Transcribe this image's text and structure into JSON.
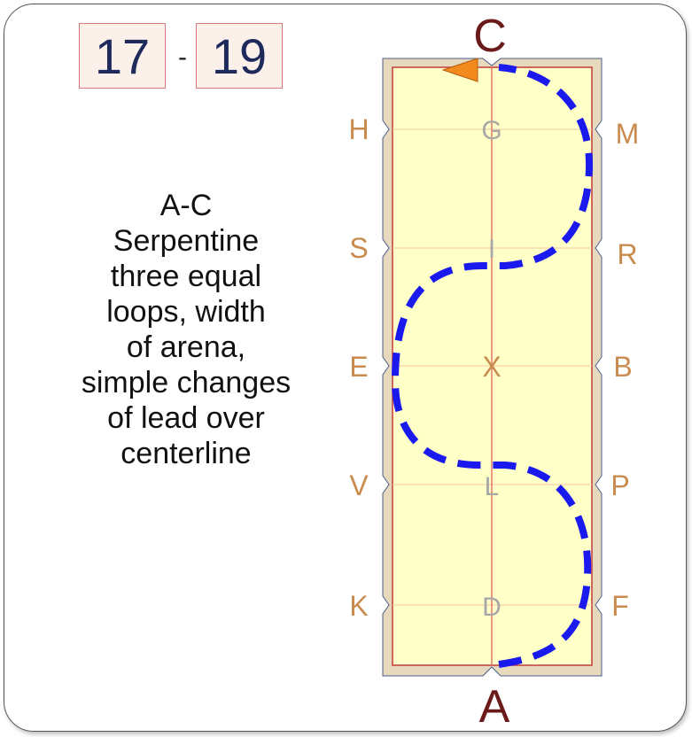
{
  "movement": {
    "number_from": "17",
    "separator": "-",
    "number_to": "19"
  },
  "description": {
    "lines": [
      "A-C",
      "Serpentine",
      "three equal",
      "loops, width",
      "of arena,",
      "simple changes",
      "of lead over",
      "centerline"
    ]
  },
  "arena": {
    "end_letters": {
      "top": "C",
      "bottom": "A"
    },
    "left_letters": [
      "H",
      "S",
      "E",
      "V",
      "K"
    ],
    "right_letters": [
      "M",
      "R",
      "B",
      "P",
      "F"
    ],
    "center_letters": [
      "G",
      "I",
      "X",
      "L",
      "D"
    ],
    "colors": {
      "fill": "#ffffc8",
      "border": "#c33b3b",
      "wall": "#e6d9bd",
      "path": "#1a1aee",
      "arrow": "#f28a1e",
      "letters": "#c98c4e",
      "center_letters": "#a8a8a8",
      "end_letters": "#6b1a1a"
    }
  }
}
